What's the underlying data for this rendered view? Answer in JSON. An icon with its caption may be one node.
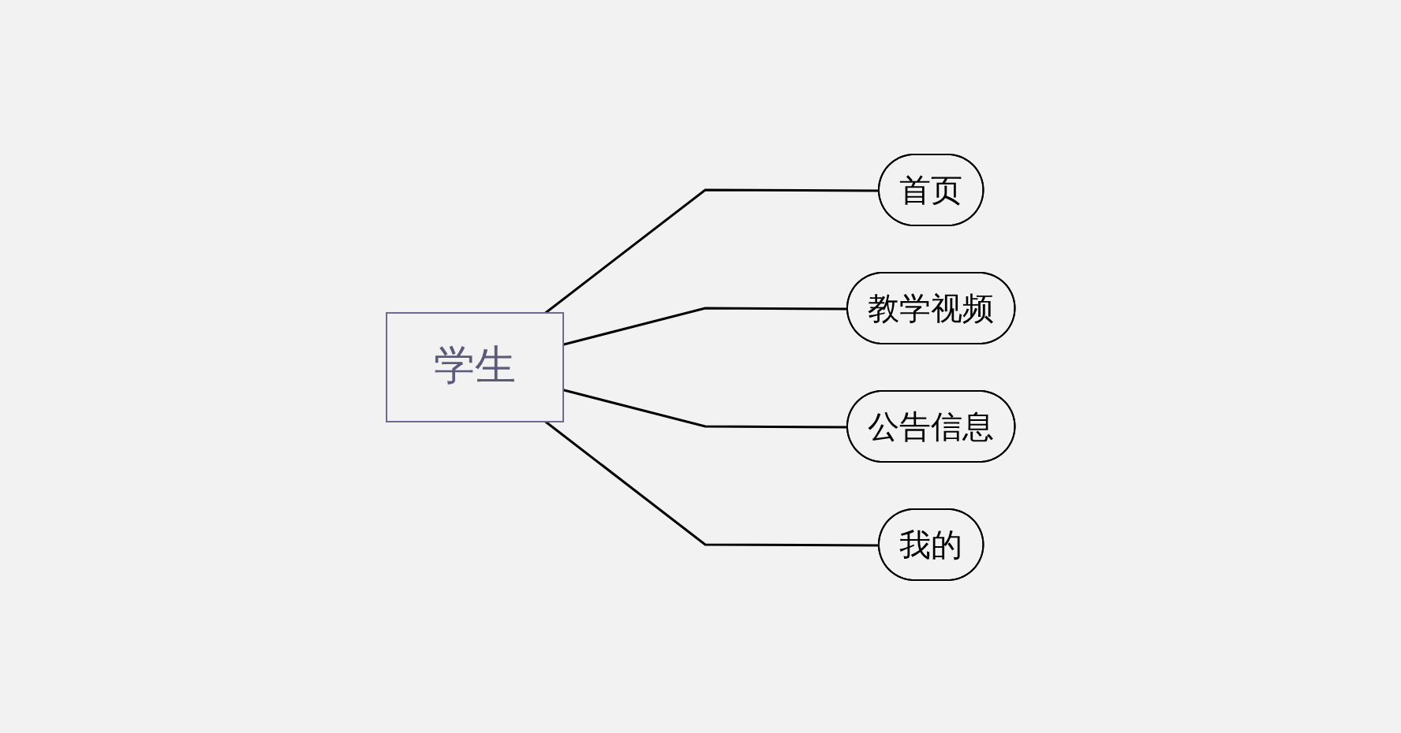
{
  "diagram": {
    "nodes": [
      {
        "text": [
          "学生"
        ]
      },
      {
        "text": [
          "首页"
        ]
      },
      {
        "text": [
          "教学视频"
        ]
      },
      {
        "text": [
          "公告信息"
        ]
      },
      {
        "text": [
          "我的"
        ]
      }
    ],
    "edges": [
      {
        "from": 0,
        "to": 1,
        "arrow": "none"
      },
      {
        "from": 0,
        "to": 2,
        "arrow": "none"
      },
      {
        "from": 0,
        "to": 3,
        "arrow": "none"
      },
      {
        "from": 0,
        "to": 4,
        "arrow": "none"
      }
    ]
  }
}
